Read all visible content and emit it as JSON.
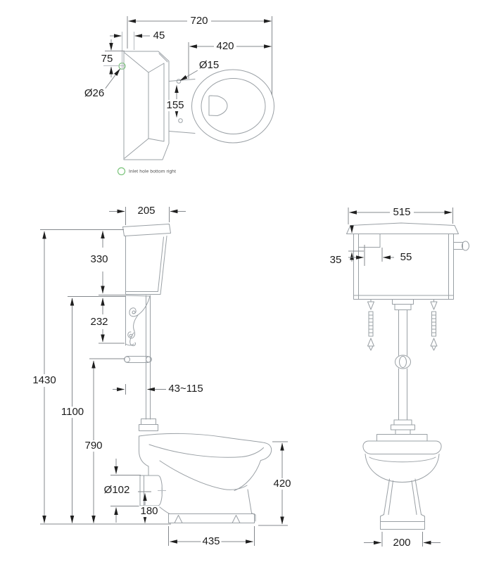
{
  "drawing": {
    "subject": "toilet pan with low-level and high-level cistern dimensional drawing",
    "line_color": "#9aa0a5",
    "dim_color": "#84888d",
    "text_color": "#1c1c1c",
    "accent_green": "#7cc47c"
  },
  "plan_view": {
    "dims": {
      "overall_width": "720",
      "inlet_offset_x": "45",
      "seat_length": "420",
      "inlet_offset_y": "75",
      "inlet_diameter": "Ø26",
      "fixing_hole_diameter": "Ø15",
      "fixing_hole_spacing": "155"
    },
    "legend": "Inlet hole bottom right"
  },
  "side_view": {
    "dims": {
      "cistern_depth": "205",
      "cistern_height": "330",
      "bracket_drop": "232",
      "overall_height": "1430",
      "cistern_underside_height": "1100",
      "pipe_clip_height": "790",
      "pipe_wall_offset": "43~115",
      "outlet_diameter": "Ø102",
      "outlet_height": "180",
      "base_depth": "435",
      "pan_height": "420"
    }
  },
  "front_view": {
    "dims": {
      "cistern_width": "515",
      "fixing_offset_down": "35",
      "fixing_offset_in": "55",
      "base_width": "200"
    }
  }
}
